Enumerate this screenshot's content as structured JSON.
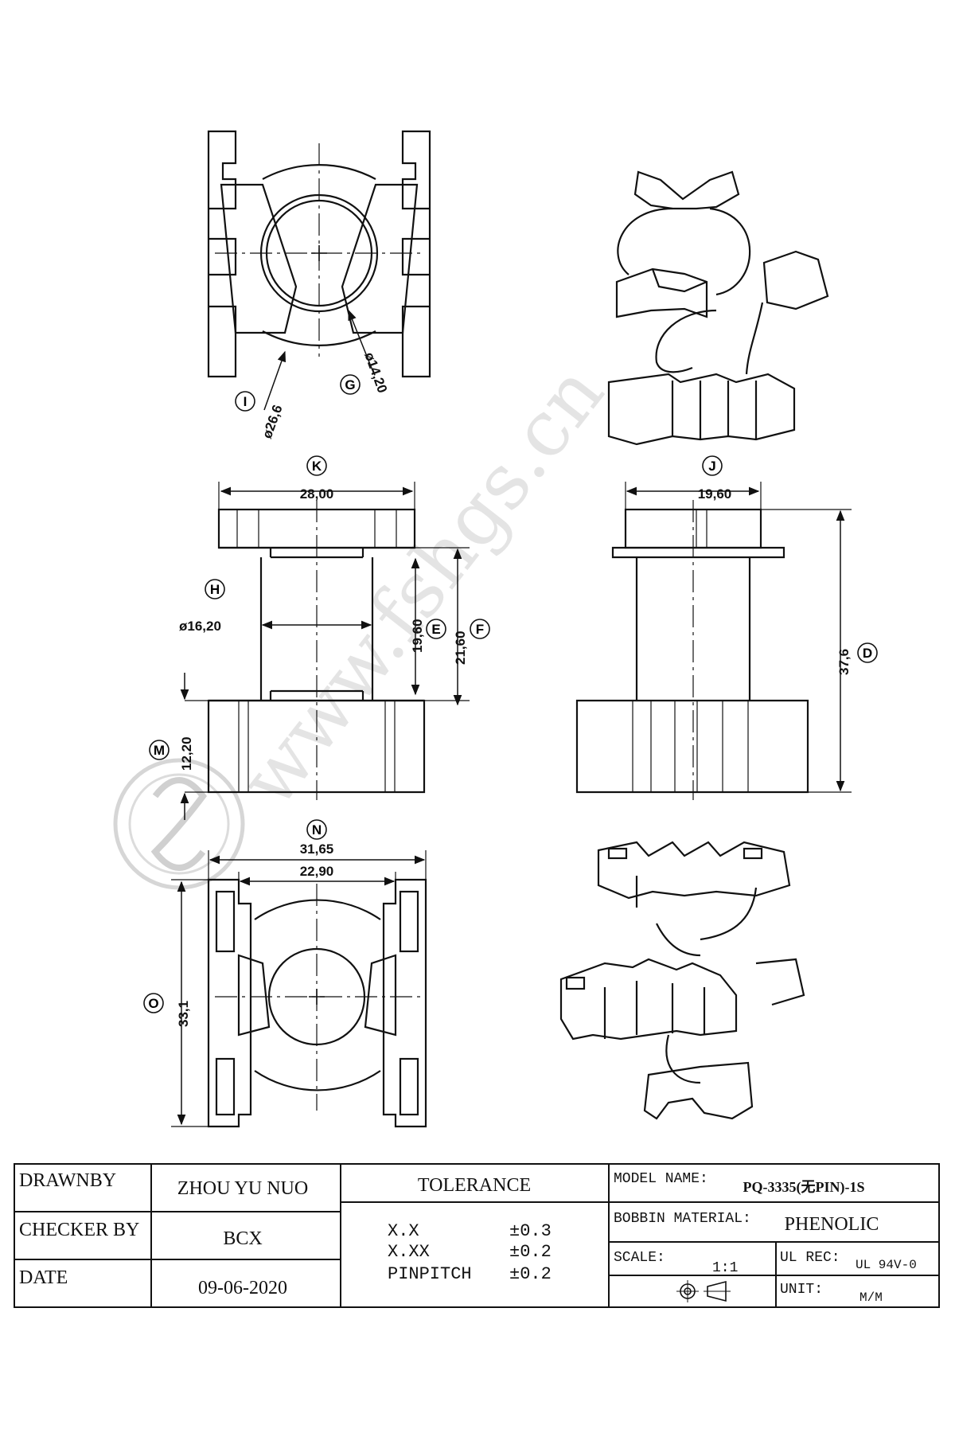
{
  "watermark": "www.fshgs.cn",
  "views": {
    "top": {
      "label_i": "I",
      "dim_i": "ø26,6",
      "label_g": "G",
      "dim_g": "ø14,20"
    },
    "front": {
      "label_k": "K",
      "dim_k": "28,00",
      "label_h": "H",
      "dim_h": "ø16,20",
      "label_e": "E",
      "dim_e": "19,60",
      "label_f": "F",
      "dim_f": "21,60",
      "label_m": "M",
      "dim_m": "12,20"
    },
    "side": {
      "label_j": "J",
      "dim_j": "19,60",
      "label_d": "D",
      "dim_d": "37,6"
    },
    "bottom": {
      "label_n": "N",
      "dim_n1": "31,65",
      "dim_n2": "22,90",
      "label_o": "O",
      "dim_o": "33,1"
    }
  },
  "title_block": {
    "drawn_by_label": "DRAWNBY",
    "drawn_by": "ZHOU YU NUO",
    "checker_label": "CHECKER BY",
    "checker": "BCX",
    "date_label": "DATE",
    "date": "09-06-2020",
    "tolerance_label": "TOLERANCE",
    "tol_xx": "X.X",
    "tol_xx_val": "±0.3",
    "tol_xxx": "X.XX",
    "tol_xxx_val": "±0.2",
    "tol_pin": "PINPITCH",
    "tol_pin_val": "±0.2",
    "model_label": "MODEL NAME:",
    "model": "PQ-3335(无PIN)-1S",
    "material_label": "BOBBIN MATERIAL:",
    "material": "PHENOLIC",
    "scale_label": "SCALE:",
    "scale": "1:1",
    "ul_label": "UL REC:",
    "ul": "UL 94V-0",
    "unit_label": "UNIT:",
    "unit": "M/M"
  }
}
